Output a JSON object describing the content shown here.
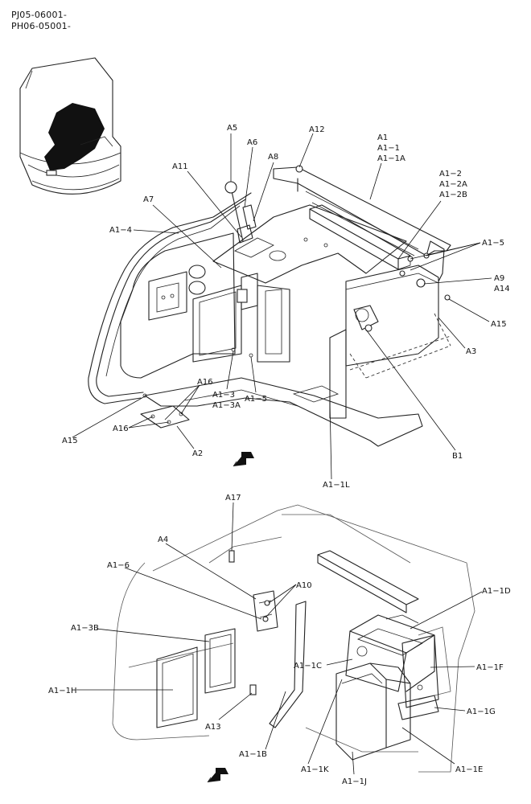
{
  "header": {
    "line1": "PJ05-06001-",
    "line2": "PH06-05001-"
  },
  "top_labels": [
    {
      "id": "A5",
      "text": "A5"
    },
    {
      "id": "A6",
      "text": "A6"
    },
    {
      "id": "A8",
      "text": "A8"
    },
    {
      "id": "A11",
      "text": "A11"
    },
    {
      "id": "A12",
      "text": "A12"
    },
    {
      "id": "A1",
      "text": "A1"
    },
    {
      "id": "A1-1",
      "text": "A1−1"
    },
    {
      "id": "A1-1A",
      "text": "A1−1A"
    },
    {
      "id": "A7",
      "text": "A7"
    },
    {
      "id": "A1-2",
      "text": "A1−2"
    },
    {
      "id": "A1-2A",
      "text": "A1−2A"
    },
    {
      "id": "A1-2B",
      "text": "A1−2B"
    },
    {
      "id": "A1-4",
      "text": "A1−4"
    },
    {
      "id": "A1-5a",
      "text": "A1−5"
    },
    {
      "id": "A9",
      "text": "A9"
    },
    {
      "id": "A14",
      "text": "A14"
    },
    {
      "id": "A15a",
      "text": "A15"
    },
    {
      "id": "A3",
      "text": "A3"
    },
    {
      "id": "A16a",
      "text": "A16"
    },
    {
      "id": "A1-3",
      "text": "A1−3"
    },
    {
      "id": "A1-3A",
      "text": "A1−3A"
    },
    {
      "id": "A1-5b",
      "text": "A1−5"
    },
    {
      "id": "A15b",
      "text": "A15"
    },
    {
      "id": "A16b",
      "text": "A16"
    },
    {
      "id": "A2",
      "text": "A2"
    },
    {
      "id": "B1",
      "text": "B1"
    },
    {
      "id": "A1-1L",
      "text": "A1−1L"
    }
  ],
  "bottom_labels": [
    {
      "id": "A17",
      "text": "A17"
    },
    {
      "id": "A4",
      "text": "A4"
    },
    {
      "id": "A1-6",
      "text": "A1−6"
    },
    {
      "id": "A10",
      "text": "A10"
    },
    {
      "id": "A1-1D",
      "text": "A1−1D"
    },
    {
      "id": "A1-3B",
      "text": "A1−3B"
    },
    {
      "id": "A1-1C",
      "text": "A1−1C"
    },
    {
      "id": "A1-1F",
      "text": "A1−1F"
    },
    {
      "id": "A1-1H",
      "text": "A1−1H"
    },
    {
      "id": "A1-1G",
      "text": "A1−1G"
    },
    {
      "id": "A13",
      "text": "A13"
    },
    {
      "id": "A1-1B",
      "text": "A1−1B"
    },
    {
      "id": "A1-1K",
      "text": "A1−1K"
    },
    {
      "id": "A1-1J",
      "text": "A1−1J"
    },
    {
      "id": "A1-1E",
      "text": "A1−1E"
    }
  ],
  "icons": {
    "front_arrow_top": "front-direction-arrow-icon",
    "front_arrow_bottom": "front-direction-arrow-icon"
  },
  "colors": {
    "line": "#222222",
    "background": "#ffffff",
    "text": "#111111"
  }
}
